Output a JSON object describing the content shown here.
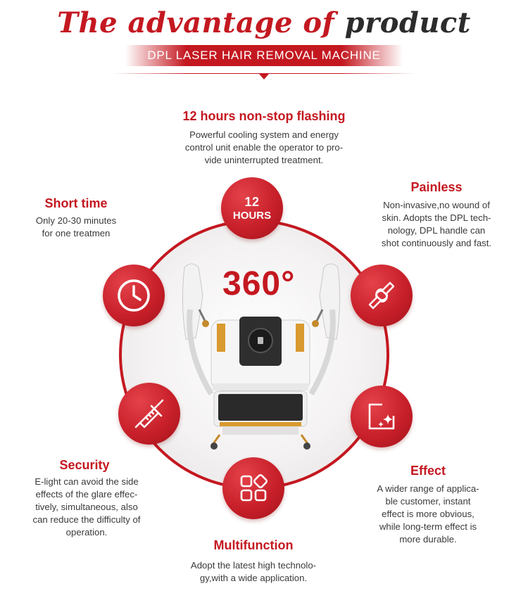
{
  "header": {
    "title_red": "The advantage of",
    "title_dark": "product",
    "banner": "DPL LASER HAIR REMOVAL MACHINE"
  },
  "center": {
    "label": "360°"
  },
  "features": {
    "hours": {
      "badge_number": "12",
      "badge_text": "HOURS",
      "title": "12 hours non-stop flashing",
      "lines": [
        "Powerful cooling system and energy",
        "control unit enable the operator to pro-",
        "vide uninterrupted treatment."
      ]
    },
    "short_time": {
      "icon": "clock-icon",
      "title": "Short time",
      "lines": [
        "Only 20-30 minutes",
        "for one treatmen"
      ]
    },
    "painless": {
      "icon": "joint-bone-icon",
      "title": "Painless",
      "lines": [
        "Non-invasive,no wound of",
        "skin.  Adopts the DPL tech-",
        "nology, DPL handle can",
        "shot continuously and fast."
      ]
    },
    "security": {
      "icon": "syringe-icon",
      "title": "Security",
      "lines": [
        "E-light can avoid the side",
        "effects of the glare effec-",
        "tively, simultaneous, also",
        "can reduce the difficulty of",
        "operation."
      ]
    },
    "effect": {
      "icon": "sparkle-frame-icon",
      "title": "Effect",
      "lines": [
        "A wider range of applica-",
        "ble customer, instant",
        "effect is more obvious,",
        "while long-term effect is",
        "more durable."
      ]
    },
    "multifunction": {
      "icon": "grid-apps-icon",
      "title": "Multifunction",
      "lines": [
        "Adopt the latest high technolo-",
        "gy,with a wide application."
      ]
    }
  },
  "colors": {
    "accent": "#c41820",
    "text": "#3a3a3a"
  }
}
